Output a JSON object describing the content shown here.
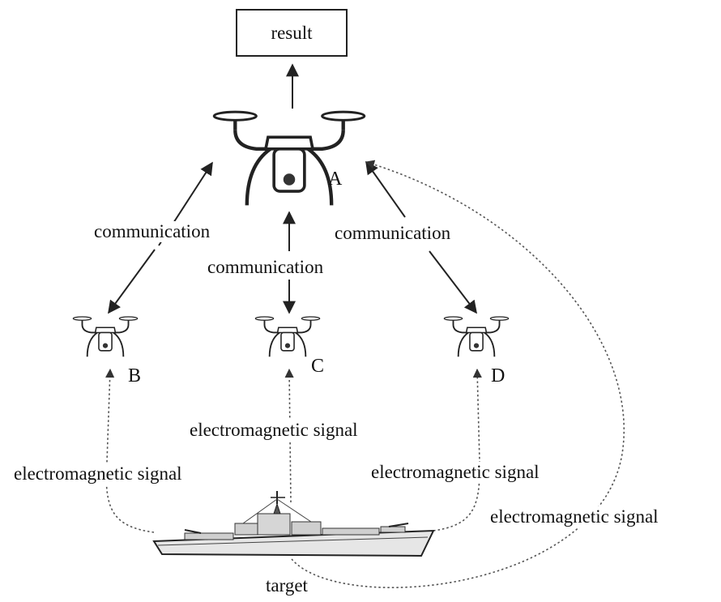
{
  "result": {
    "label": "result"
  },
  "nodes": {
    "a": {
      "label": "A"
    },
    "b": {
      "label": "B"
    },
    "c": {
      "label": "C"
    },
    "d": {
      "label": "D"
    }
  },
  "links": {
    "communication": "communication"
  },
  "signals": {
    "electromagnetic": "electromagnetic signal"
  },
  "target": {
    "label": "target"
  },
  "colors": {
    "ink": "#222222",
    "dotted": "#555555"
  }
}
